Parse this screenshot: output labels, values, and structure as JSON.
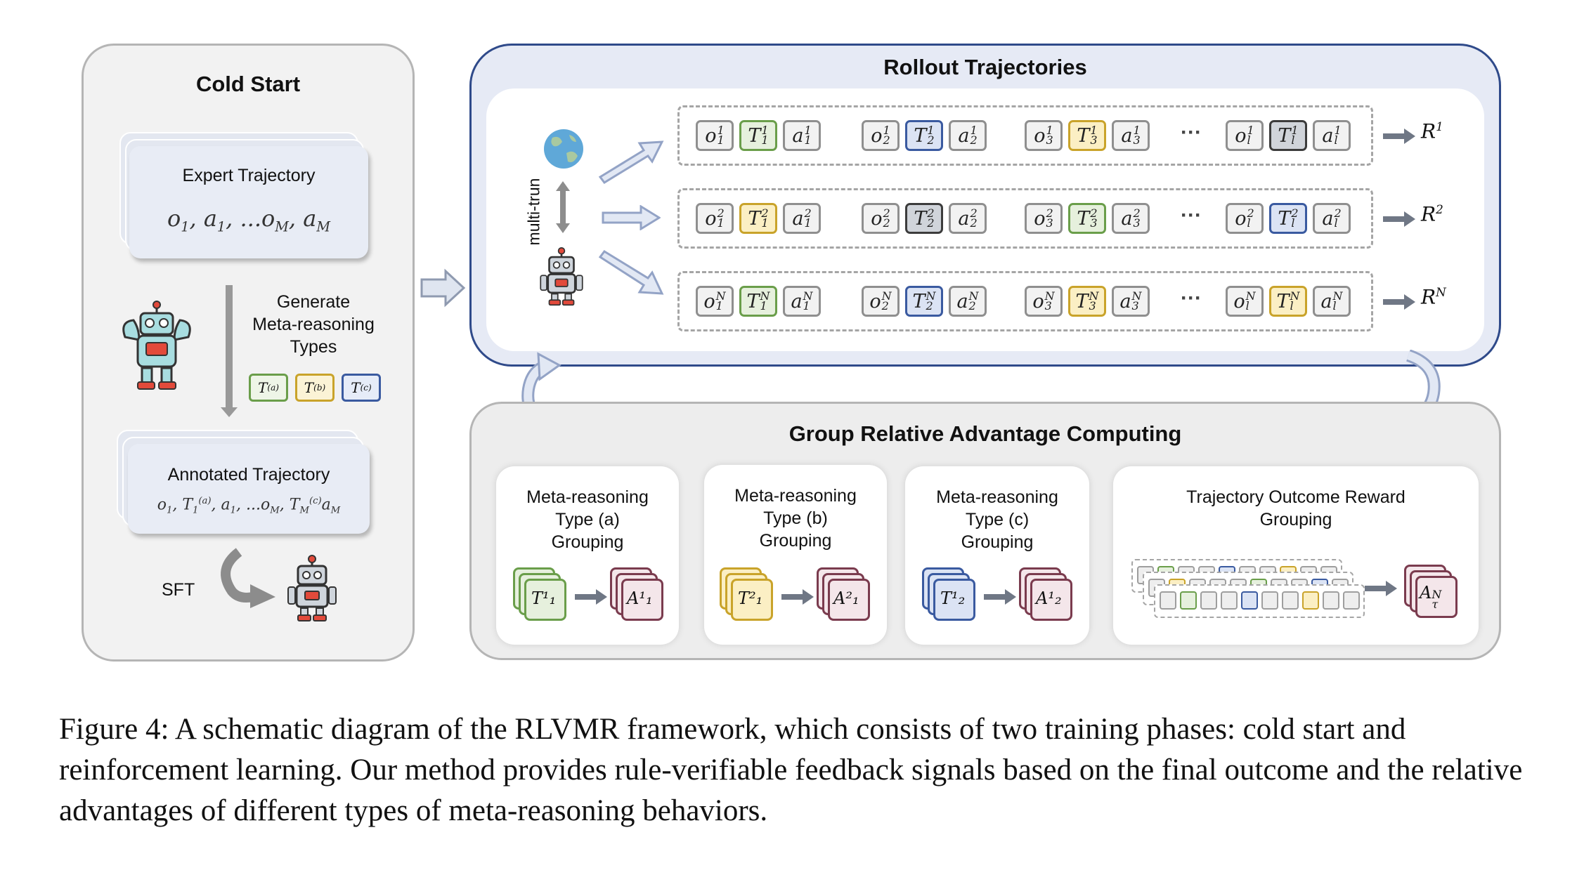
{
  "cold_start": {
    "title": "Cold Start",
    "expert_title": "Expert Trajectory",
    "expert_formula": "o₁, a₁, ...o_M, a_M",
    "generate_label_1": "Generate",
    "generate_label_2": "Meta-reasoning",
    "generate_label_3": "Types",
    "type_boxes": [
      "T(a)",
      "T(b)",
      "T(c)"
    ],
    "annotated_title": "Annotated Trajectory",
    "annotated_formula": "o₁, T₁⁽ᵃ⁾, a₁, ...o_M, T_M⁽ᶜ⁾ a_M",
    "sft_label": "SFT"
  },
  "rollout": {
    "title": "Rollout Trajectories",
    "multi_turn_label": "multi-trun",
    "rows": [
      {
        "reward": "R1",
        "tokens": [
          [
            "o",
            "1",
            "1"
          ],
          [
            "T",
            "1",
            "1"
          ],
          [
            "a",
            "1",
            "1"
          ],
          [
            "o",
            "2",
            "1"
          ],
          [
            "T",
            "2",
            "1"
          ],
          [
            "a",
            "2",
            "1"
          ],
          [
            "o",
            "3",
            "1"
          ],
          [
            "T",
            "3",
            "1"
          ],
          [
            "a",
            "3",
            "1"
          ],
          [
            "o",
            "l",
            "1"
          ],
          [
            "T",
            "l",
            "1"
          ],
          [
            "a",
            "l",
            "1"
          ]
        ],
        "colors": [
          "",
          "green",
          "",
          "",
          "blue",
          "",
          "",
          "yellow",
          "",
          "",
          "gray",
          ""
        ]
      },
      {
        "reward": "R2",
        "tokens": [
          [
            "o",
            "1",
            "2"
          ],
          [
            "T",
            "1",
            "2"
          ],
          [
            "a",
            "1",
            "2"
          ],
          [
            "o",
            "2",
            "2"
          ],
          [
            "T",
            "2",
            "2"
          ],
          [
            "a",
            "2",
            "2"
          ],
          [
            "o",
            "3",
            "2"
          ],
          [
            "T",
            "3",
            "2"
          ],
          [
            "a",
            "3",
            "2"
          ],
          [
            "o",
            "l",
            "2"
          ],
          [
            "T",
            "l",
            "2"
          ],
          [
            "a",
            "l",
            "2"
          ]
        ],
        "colors": [
          "",
          "yellow",
          "",
          "",
          "gray",
          "",
          "",
          "green",
          "",
          "",
          "blue",
          ""
        ]
      },
      {
        "reward": "RN",
        "tokens": [
          [
            "o",
            "1",
            "N"
          ],
          [
            "T",
            "1",
            "N"
          ],
          [
            "a",
            "1",
            "N"
          ],
          [
            "o",
            "2",
            "N"
          ],
          [
            "T",
            "2",
            "N"
          ],
          [
            "a",
            "2",
            "N"
          ],
          [
            "o",
            "3",
            "N"
          ],
          [
            "T",
            "3",
            "N"
          ],
          [
            "a",
            "3",
            "N"
          ],
          [
            "o",
            "l",
            "N"
          ],
          [
            "T",
            "l",
            "N"
          ],
          [
            "a",
            "l",
            "N"
          ]
        ],
        "colors": [
          "",
          "green",
          "",
          "",
          "blue",
          "",
          "",
          "yellow",
          "",
          "",
          "yellow",
          ""
        ]
      }
    ],
    "ellipsis": "···"
  },
  "advantage": {
    "title": "Group Relative Advantage Computing",
    "groups": [
      {
        "line1": "Meta-reasoning",
        "line2": "Type (a)",
        "line3": "Grouping",
        "in": "T¹₁",
        "out": "A¹₁",
        "color": "green"
      },
      {
        "line1": "Meta-reasoning",
        "line2": "Type (b)",
        "line3": "Grouping",
        "in": "T²₁",
        "out": "A²₁",
        "color": "yellow"
      },
      {
        "line1": "Meta-reasoning",
        "line2": "Type (c)",
        "line3": "Grouping",
        "in": "T¹₂",
        "out": "A¹₂",
        "color": "blue"
      }
    ],
    "outcome_line1": "Trajectory Outcome Reward",
    "outcome_line2": "Grouping",
    "outcome_out": "A^N_τ"
  },
  "caption": {
    "text": "Figure 4: A schematic diagram of the RLVMR framework, which consists of two training phases: cold start and reinforcement learning. Our method provides rule-verifiable feedback signals based on the final outcome and the relative advantages of different types of meta-reasoning behaviors."
  }
}
